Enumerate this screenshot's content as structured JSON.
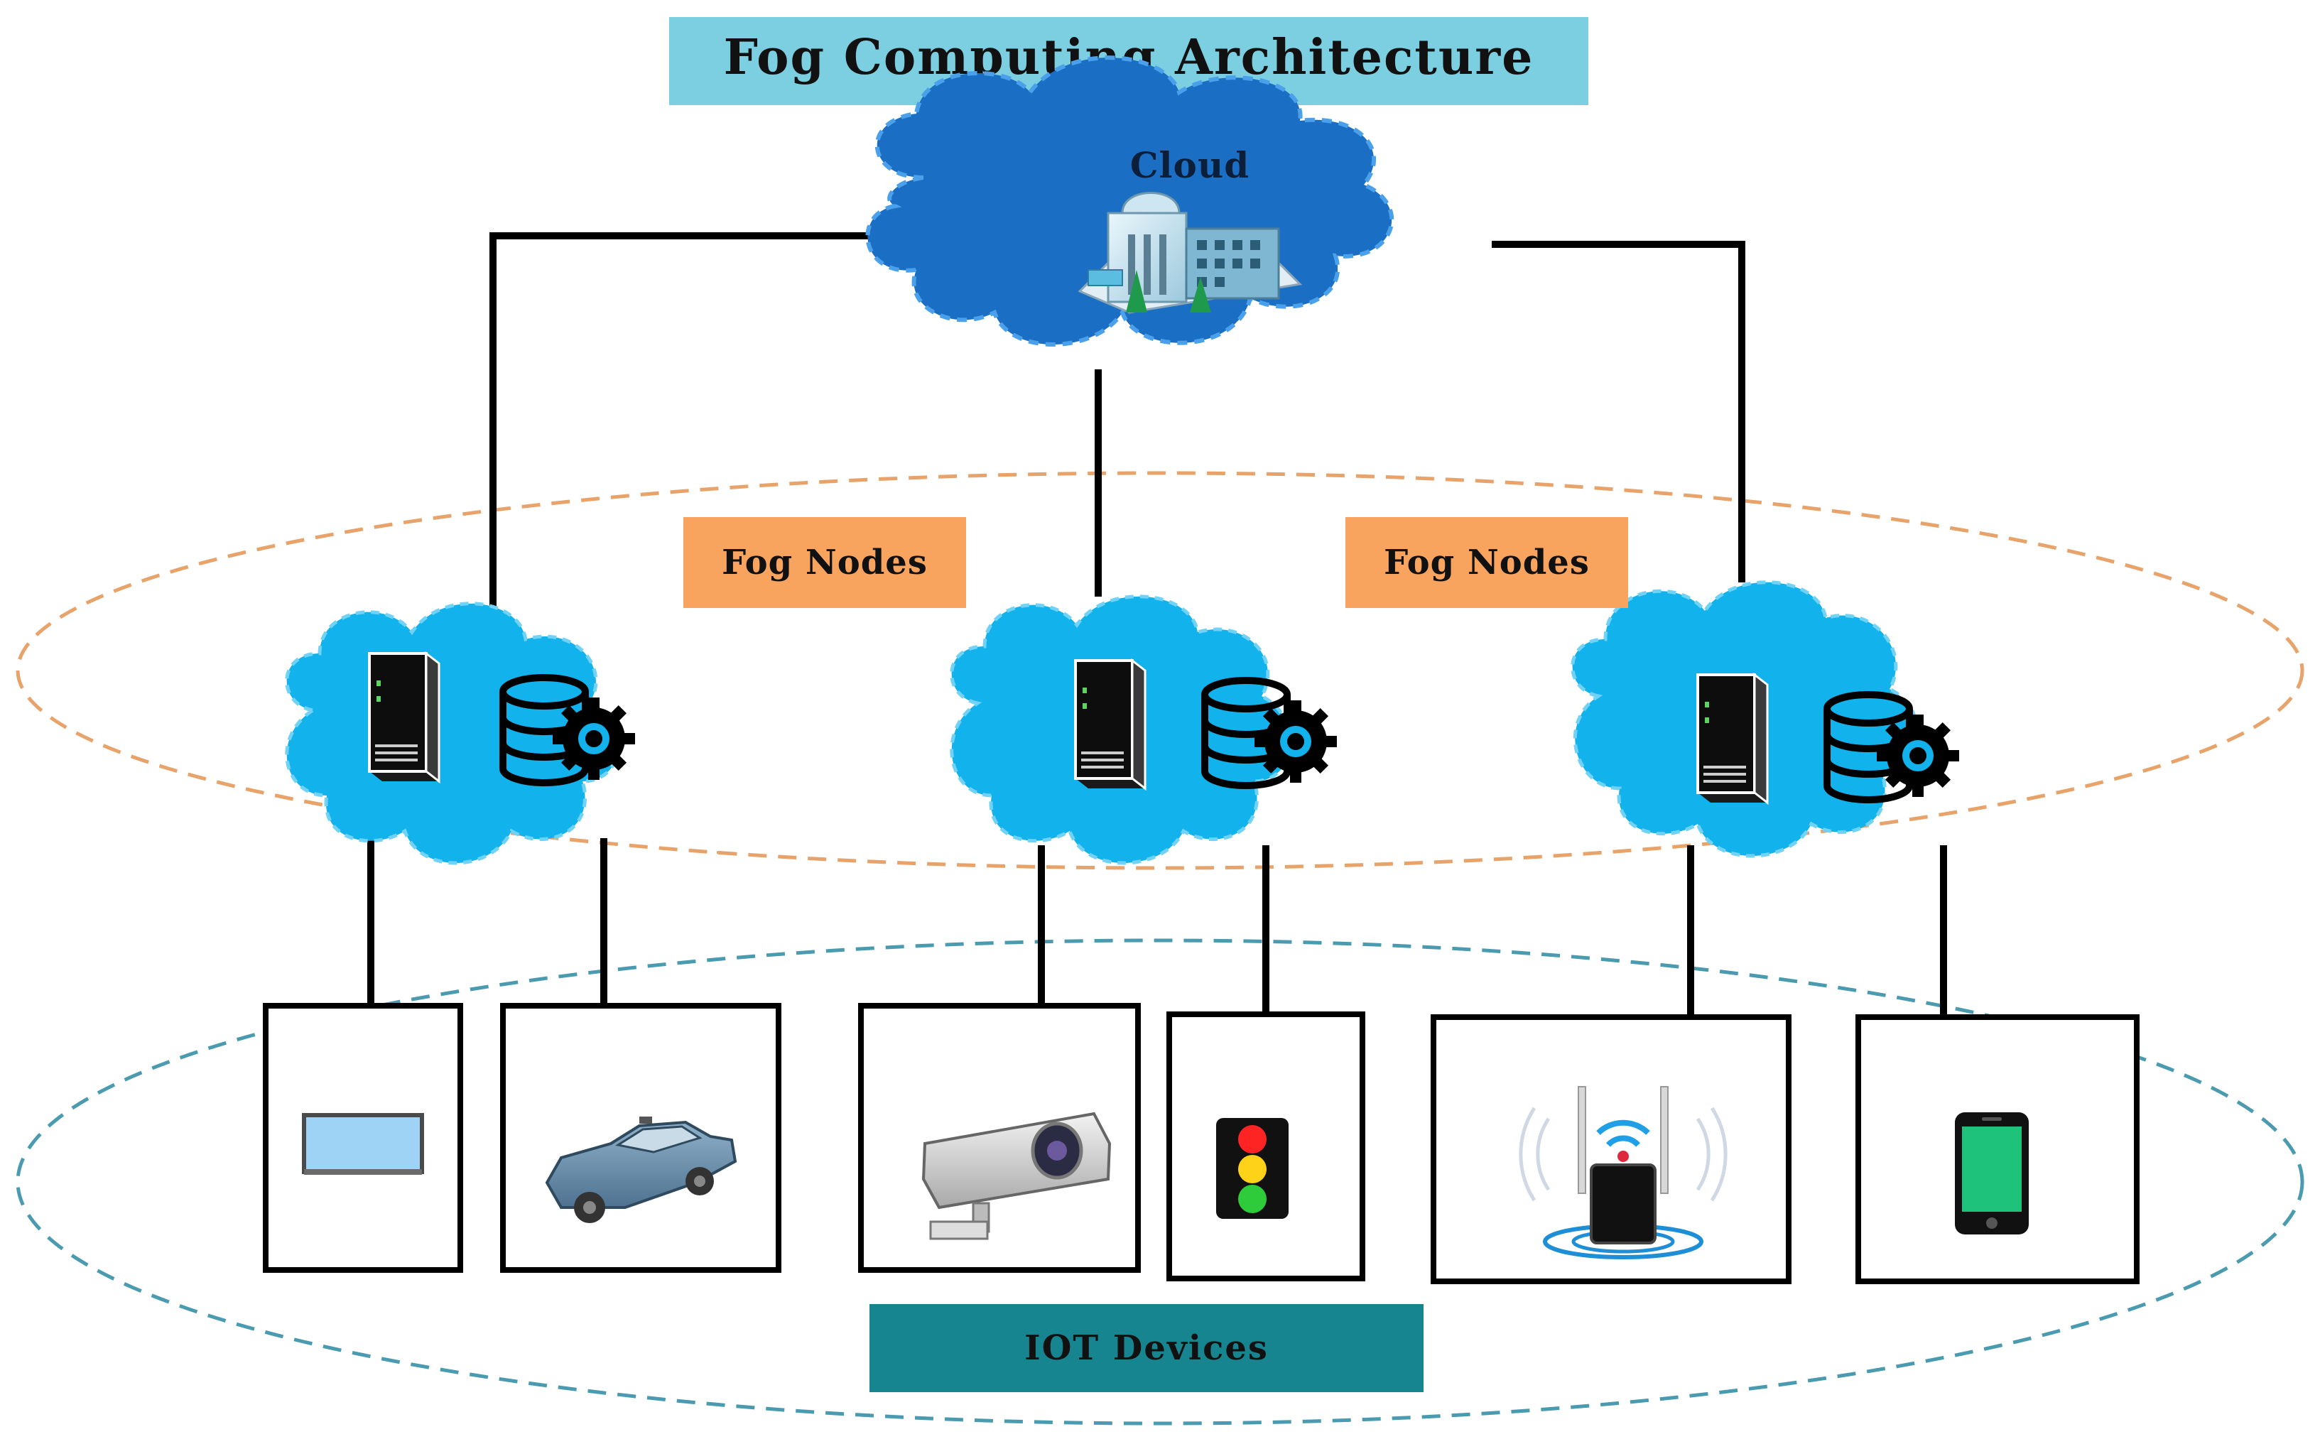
{
  "diagram": {
    "title": "Fog Computing Architecture",
    "cloud_label": "Cloud",
    "fog_layer": {
      "labels": [
        "Fog Nodes",
        "Fog Nodes"
      ],
      "nodes": 3
    },
    "iot_layer": {
      "label": "IOT Devices",
      "devices": [
        "monitor",
        "car",
        "security-camera",
        "traffic-light",
        "wifi-router",
        "smartphone"
      ]
    }
  },
  "colors": {
    "title_bg": "#7ccfe0",
    "cloud_blue": "#1a6fc4",
    "fog_cloud_blue": "#12b2ec",
    "fog_label_bg": "#f9a45e",
    "iot_label_bg": "#17858f",
    "fog_ellipse_stroke": "#e8a36a",
    "iot_ellipse_stroke": "#4a9bb0",
    "link": "#000000"
  }
}
